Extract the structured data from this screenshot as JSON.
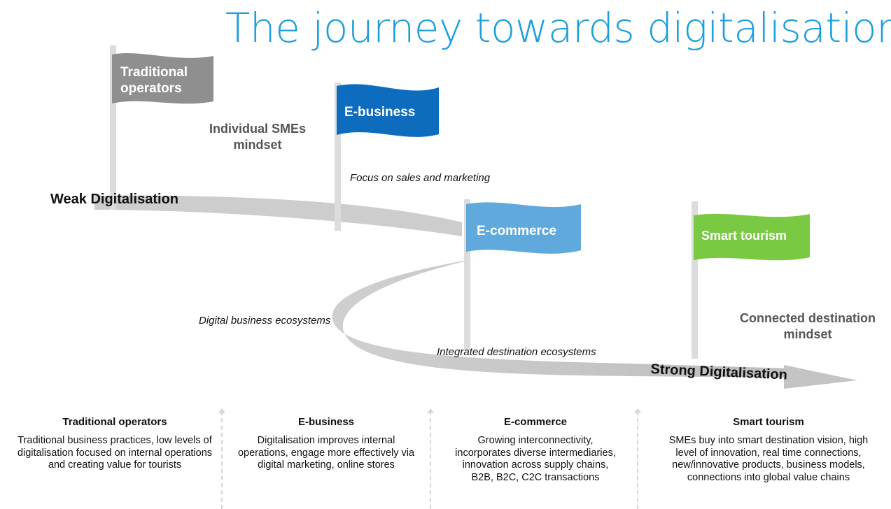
{
  "title": "The journey towards digitalisation",
  "flags": {
    "traditional": {
      "label": "Traditional operators",
      "color": "#8f8f8f"
    },
    "ebusiness": {
      "label": "E-business",
      "color": "#0e6cbf"
    },
    "ecommerce": {
      "label": "E-commerce",
      "color": "#5fa9dd"
    },
    "smart": {
      "label": "Smart tourism",
      "color": "#7ac943"
    }
  },
  "mindsets": {
    "individual": "Individual SMEs mindset",
    "connected": "Connected destination mindset"
  },
  "annotations": {
    "sales": "Focus on sales and marketing",
    "digital_ecosystems": "Digital business ecosystems",
    "integrated": "Integrated destination ecosystems"
  },
  "levels": {
    "weak": "Weak Digitalisation",
    "strong": "Strong Digitalisation"
  },
  "stages": [
    {
      "title": "Traditional operators",
      "description": "Traditional business practices, low levels of digitalisation focused on internal operations and creating value for tourists"
    },
    {
      "title": "E-business",
      "description": "Digitalisation improves internal operations, engage more effectively via digital marketing, online stores"
    },
    {
      "title": "E-commerce",
      "description": "Growing interconnectivity, incorporates diverse intermediaries, innovation across supply chains, B2B, B2C, C2C transactions"
    },
    {
      "title": "Smart tourism",
      "description": "SMEs buy into smart destination vision, high level of innovation, real time connections, new/innovative products, business models, connections into global value chains"
    }
  ]
}
